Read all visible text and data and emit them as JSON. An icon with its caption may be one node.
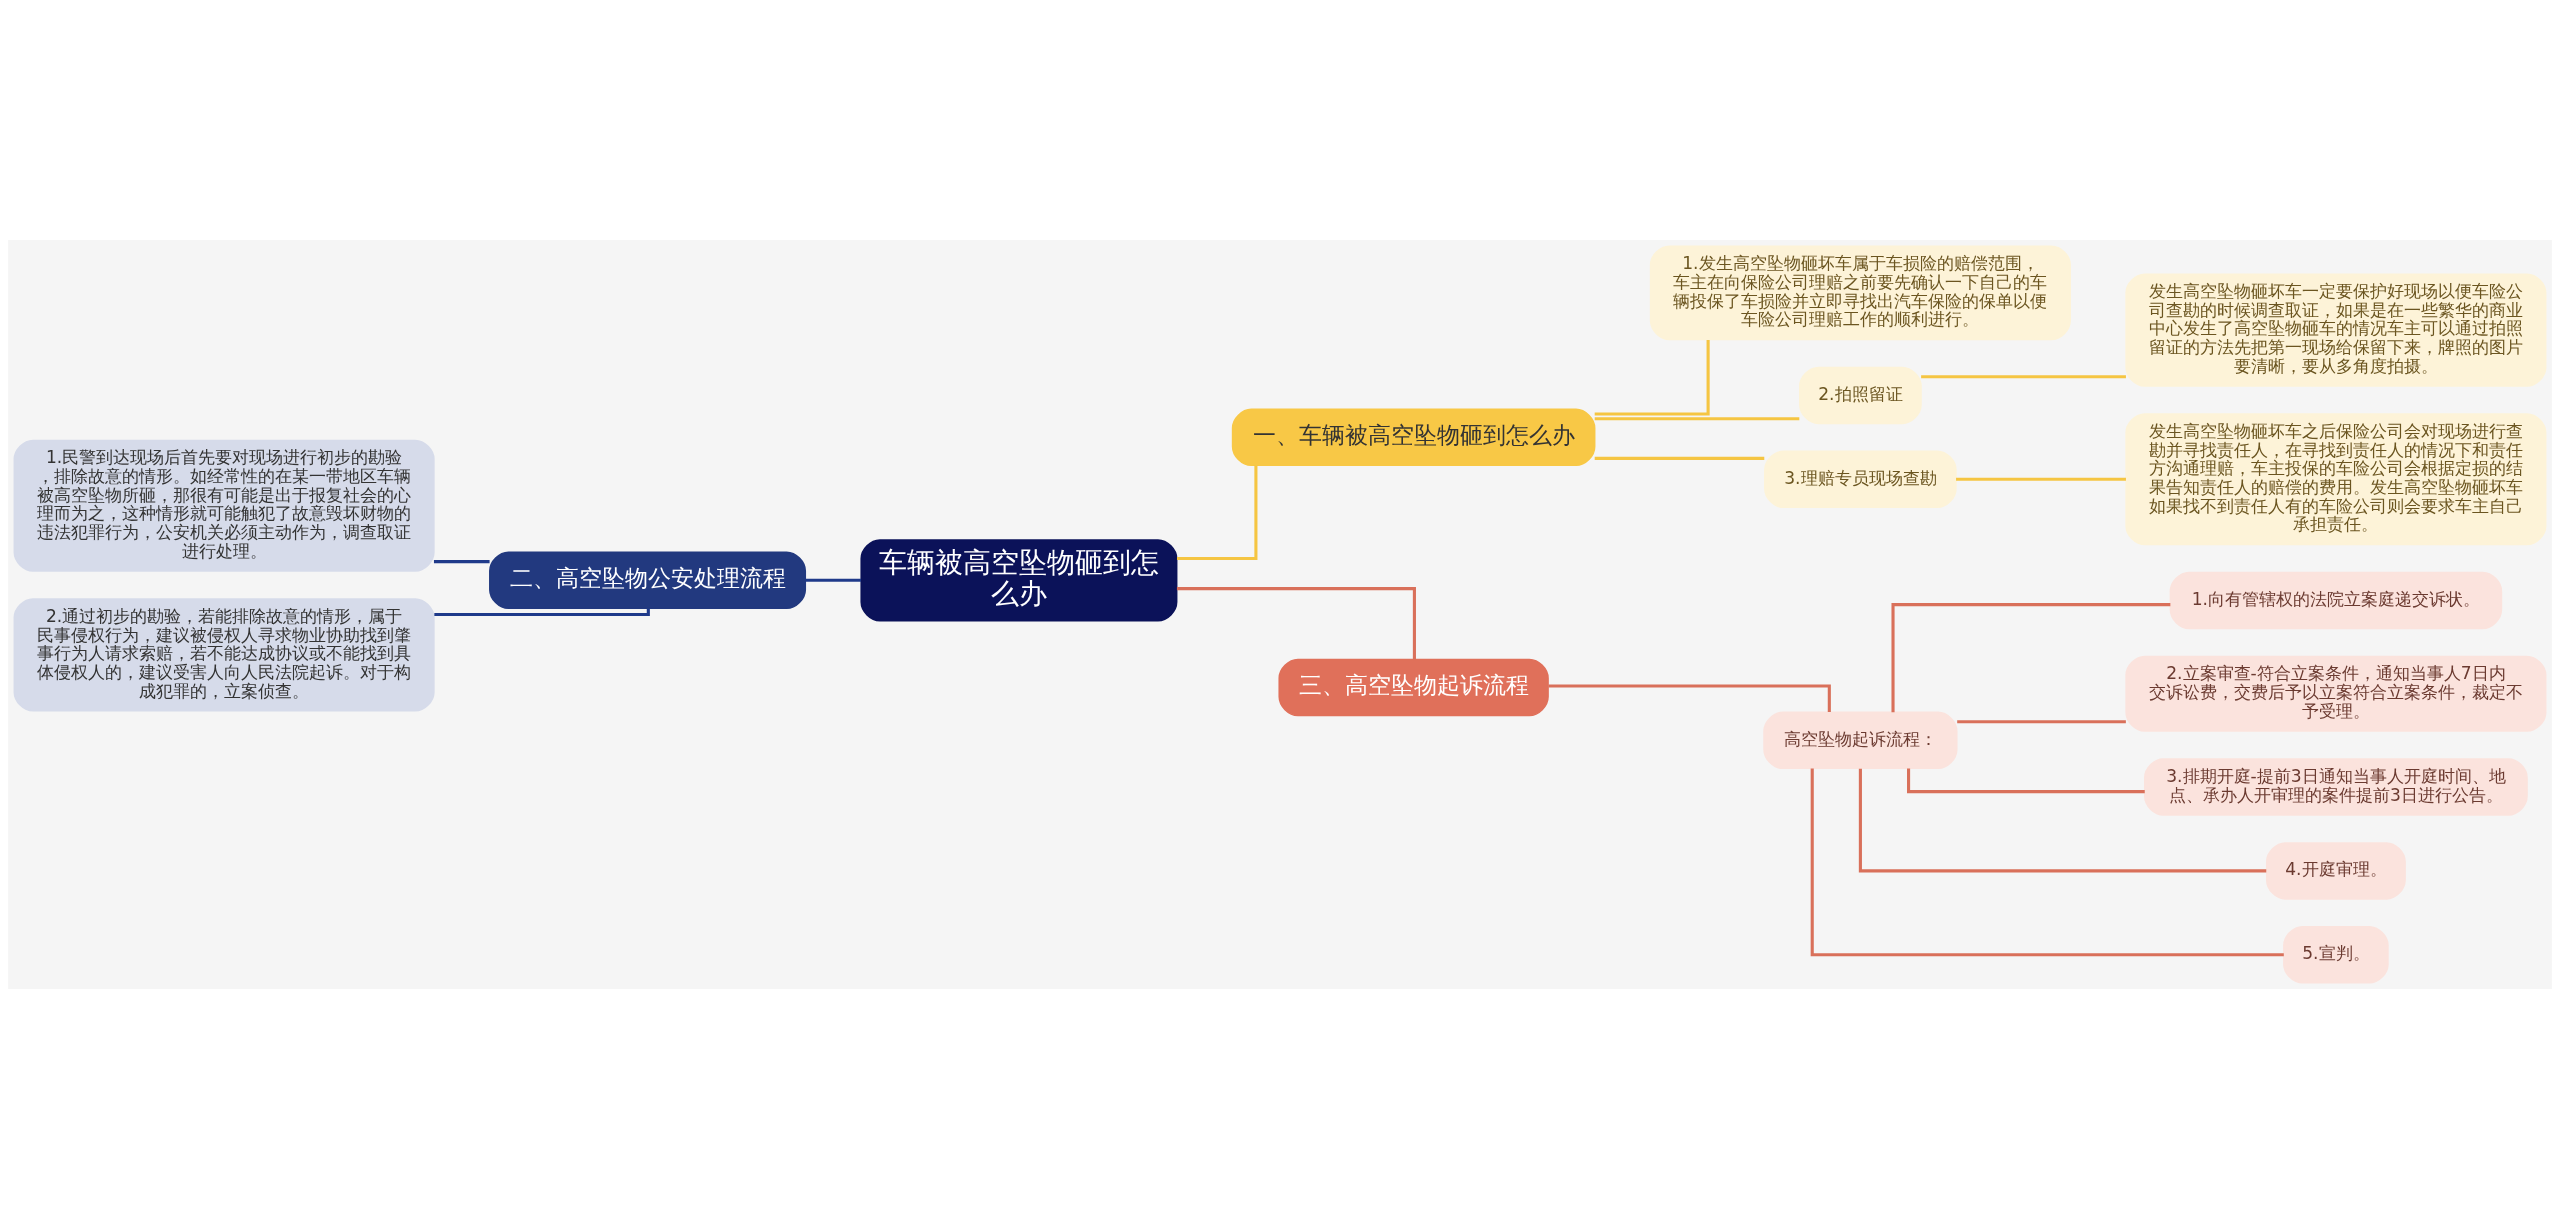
{
  "diagram": {
    "nodes": [
      {
        "text": [
          "车辆被高空坠物砸到怎么办"
        ]
      },
      {
        "text": [
          "一、车辆被高空坠物砸到怎么办"
        ]
      },
      {
        "text": [
          "1.发生高空坠物砸坏车属于车损险的赔偿范围，车主在向保险公司理赔之前要先确认一下自己的车辆投保了车损险并立即寻找出汽车保险的保单以便车险公司理赔工作的顺利进行。"
        ]
      },
      {
        "text": [
          "2.拍照留证"
        ]
      },
      {
        "text": [
          "发生高空坠物砸坏车一定要保护好现场以便车险公司查勘的时候调查取证，如果是在一些繁华的商业中心发生了高空坠物砸车的情况车主可以通过拍照留证的方法先把第一现场给保留下来，牌照的图片要清晰，要从多角度拍摄。"
        ]
      },
      {
        "text": [
          "3.理赔专员现场查勘"
        ]
      },
      {
        "text": [
          "发生高空坠物砸坏车之后保险公司会对现场进行查勘并寻找责任人，在寻找到责任人的情况下和责任方沟通理赔，车主投保的车险公司会根据定损的结果告知责任人的赔偿的费用。发生高空坠物砸坏车如果找不到责任人有的车险公司则会要求车主自己承担责任。"
        ]
      },
      {
        "text": [
          "二、高空坠物公安处理流程"
        ]
      },
      {
        "text": [
          "1.民警到达现场后首先要对现场进行初步的勘验，排除故意的情形。如经常性的在某一带地区车辆被高空坠物所砸，那很有可能是出于报复社会的心理而为之，这种情形就可能触犯了故意毁坏财物的违法犯罪行为，公安机关必须主动作为，调查取证进行处理。"
        ]
      },
      {
        "text": [
          "2.通过初步的勘验，若能排除故意的情形，属于民事侵权行为，建议被侵权人寻求物业协助找到肇事行为人请求索赔，若不能达成协议或不能找到具体侵权人的，建议受害人向人民法院起诉。对于构成犯罪的，立案侦查。"
        ]
      },
      {
        "text": [
          "三、高空坠物起诉流程"
        ]
      },
      {
        "text": [
          "高空坠物起诉流程："
        ]
      },
      {
        "text": [
          "1.向有管辖权的法院立案庭递交诉状。"
        ]
      },
      {
        "text": [
          "2.立案审查-符合立案条件，通知当事人7日内交诉讼费，交费后予以立案符合立案条件，裁定不予受理。"
        ]
      },
      {
        "text": [
          "3.排期开庭-提前3日通知当事人开庭时间、地点、承办人开审理的案件提前3日进行公告。"
        ]
      },
      {
        "text": [
          "4.开庭审理。"
        ]
      },
      {
        "text": [
          "5.宣判。"
        ]
      }
    ],
    "edges": [
      {
        "from": 0,
        "to": 1,
        "arrow": "none",
        "color": "#f5c542"
      },
      {
        "from": 1,
        "to": 2,
        "arrow": "none",
        "color": "#f5c542"
      },
      {
        "from": 1,
        "to": 3,
        "arrow": "none",
        "color": "#f5c542"
      },
      {
        "from": 3,
        "to": 4,
        "arrow": "none",
        "color": "#f5c542"
      },
      {
        "from": 1,
        "to": 5,
        "arrow": "none",
        "color": "#f5c542"
      },
      {
        "from": 5,
        "to": 6,
        "arrow": "none",
        "color": "#f5c542"
      },
      {
        "from": 0,
        "to": 7,
        "arrow": "none",
        "color": "#1f3a8a"
      },
      {
        "from": 7,
        "to": 8,
        "arrow": "none",
        "color": "#1f3a8a"
      },
      {
        "from": 7,
        "to": 9,
        "arrow": "none",
        "color": "#1f3a8a"
      },
      {
        "from": 0,
        "to": 10,
        "arrow": "none",
        "color": "#d9705a"
      },
      {
        "from": 10,
        "to": 11,
        "arrow": "none",
        "color": "#d9705a"
      },
      {
        "from": 11,
        "to": 12,
        "arrow": "none",
        "color": "#d9705a"
      },
      {
        "from": 11,
        "to": 13,
        "arrow": "none",
        "color": "#d9705a"
      },
      {
        "from": 11,
        "to": 14,
        "arrow": "none",
        "color": "#d9705a"
      },
      {
        "from": 11,
        "to": 15,
        "arrow": "none",
        "color": "#d9705a"
      },
      {
        "from": 11,
        "to": 16,
        "arrow": "none",
        "color": "#d9705a"
      }
    ]
  }
}
